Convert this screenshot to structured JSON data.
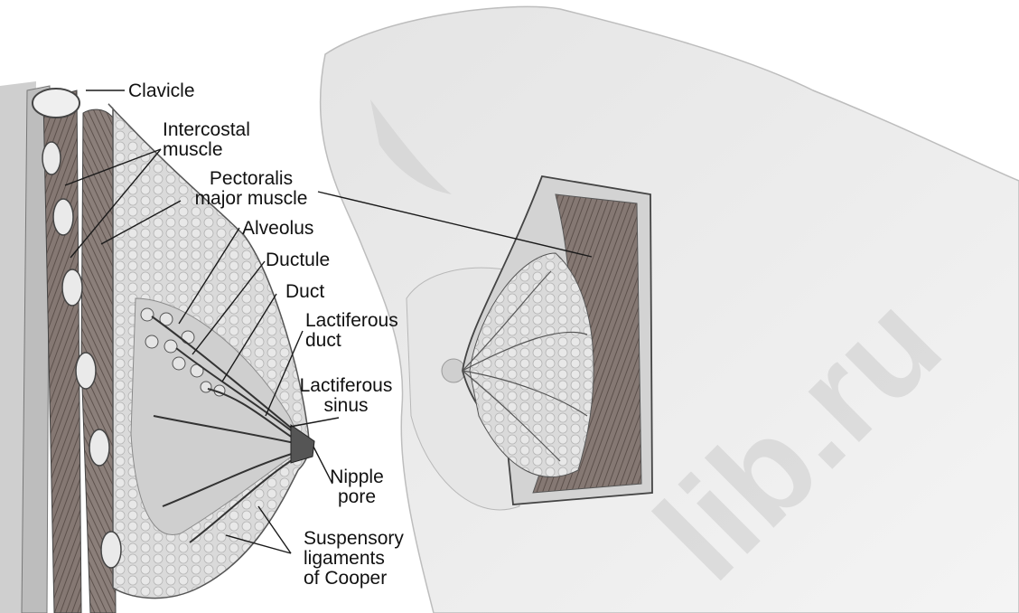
{
  "labels": {
    "clavicle": "Clavicle",
    "intercostal_1": "Intercostal",
    "intercostal_2": "muscle",
    "pectoralis_1": "Pectoralis",
    "pectoralis_2": "major muscle",
    "alveolus": "Alveolus",
    "ductule": "Ductule",
    "duct": "Duct",
    "lactiferous_duct_1": "Lactiferous",
    "lactiferous_duct_2": "duct",
    "lactiferous_sinus_1": "Lactiferous",
    "lactiferous_sinus_2": "sinus",
    "nipple_pore_1": "Nipple",
    "nipple_pore_2": "pore",
    "suspensory_1": "Suspensory",
    "suspensory_2": "ligaments",
    "suspensory_3": "of Cooper"
  },
  "watermark": "lib.ru",
  "colors": {
    "label_text": "#111111",
    "leader_line": "#1a1a1a",
    "muscle": "#7a6c66",
    "fat_tissue": "#d9d9d9",
    "skin": "#eeeeee",
    "watermark": "#c8c8c8"
  }
}
